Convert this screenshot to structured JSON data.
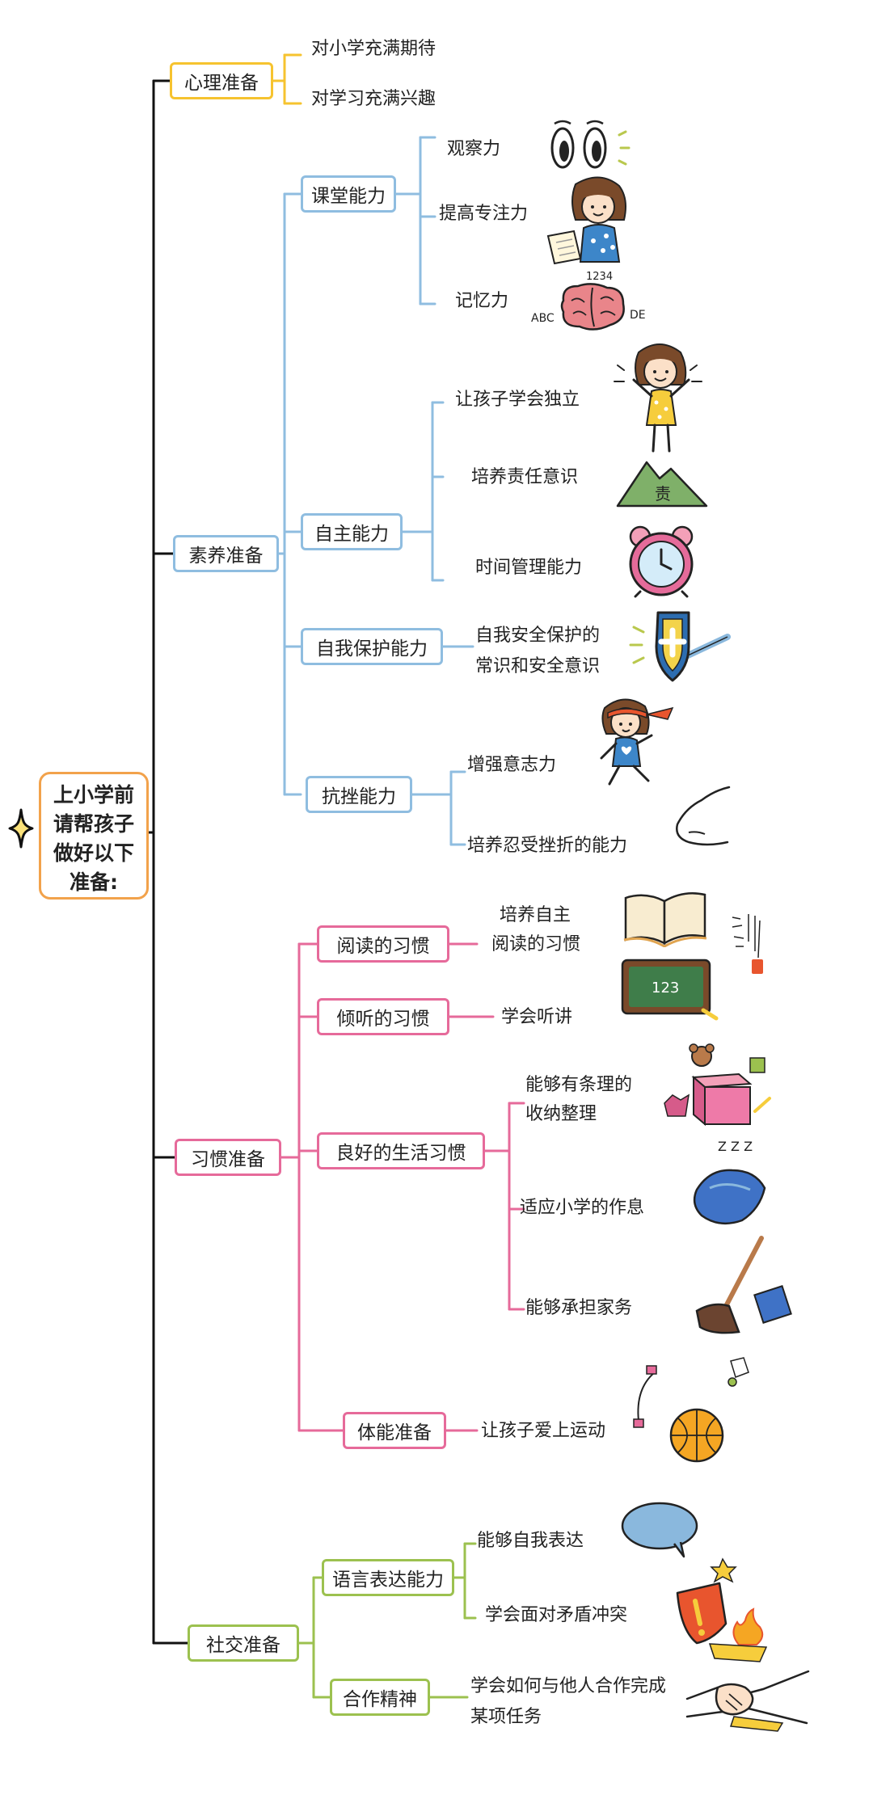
{
  "root": {
    "lines": [
      "上小学前",
      "请帮孩子",
      "做好以下",
      "准备:"
    ]
  },
  "colors": {
    "psych": "#f6c32f",
    "quality": "#8fbde0",
    "habit": "#e66a9a",
    "social": "#9cc14f",
    "root": "#f2a24b",
    "trunk": "#111111"
  },
  "psych": {
    "label": "心理准备",
    "items": [
      "对小学充满期待",
      "对学习充满兴趣"
    ]
  },
  "quality": {
    "label": "素养准备",
    "classroom": {
      "label": "课堂能力",
      "items": [
        "观察力",
        "提高专注力",
        "记忆力"
      ]
    },
    "autonomy": {
      "label": "自主能力",
      "items": [
        "让孩子学会独立",
        "培养责任意识",
        "时间管理能力"
      ]
    },
    "selfprotect": {
      "label": "自我保护能力",
      "items": [
        "自我安全保护的",
        "常识和安全意识"
      ]
    },
    "resilience": {
      "label": "抗挫能力",
      "items": [
        "增强意志力",
        "培养忍受挫折的能力"
      ]
    }
  },
  "habit": {
    "label": "习惯准备",
    "reading": {
      "label": "阅读的习惯",
      "items": [
        "培养自主",
        "阅读的习惯"
      ]
    },
    "listening": {
      "label": "倾听的习惯",
      "items": [
        "学会听讲"
      ]
    },
    "living": {
      "label": "良好的生活习惯",
      "items": [
        "能够有条理的",
        "收纳整理",
        "适应小学的作息",
        "能够承担家务"
      ]
    },
    "fitness": {
      "label": "体能准备",
      "items": [
        "让孩子爱上运动"
      ]
    }
  },
  "social": {
    "label": "社交准备",
    "language": {
      "label": "语言表达能力",
      "items": [
        "能够自我表达",
        "学会面对矛盾冲突"
      ]
    },
    "teamwork": {
      "label": "合作精神",
      "items": [
        "学会如何与他人合作完成",
        "某项任务"
      ]
    }
  },
  "illustrations": {
    "memory_digits": "1234",
    "memory_left": "ABC",
    "memory_right": "DE",
    "responsibility_char": "责",
    "screen_digits": "123",
    "zz": "Z Z Z"
  },
  "icons": [
    "eyes-icon",
    "girl-writing-icon",
    "brain-icon",
    "girl-standing-icon",
    "mountain-icon",
    "alarm-clock-icon",
    "shield-sword-icon",
    "running-girl-icon",
    "hand-icon",
    "book-icon",
    "blackboard-icon",
    "storage-box-icon",
    "pillow-icon",
    "broom-icon",
    "ball-icon",
    "speech-bubble-icon",
    "warning-shield-icon",
    "handshake-icon",
    "star-icon"
  ]
}
